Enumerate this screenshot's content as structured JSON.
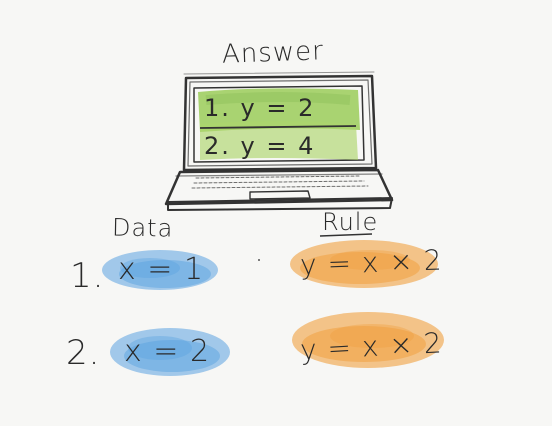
{
  "title": "Answer",
  "screen": {
    "lines": [
      "1. y = 2",
      "2. y = 4"
    ]
  },
  "data": {
    "label": "Data",
    "rows": [
      {
        "number": "1.",
        "value": "x = 1"
      },
      {
        "number": "2.",
        "value": "x = 2"
      }
    ]
  },
  "rule": {
    "label": "Rule",
    "rows": [
      {
        "value": "y = x × 2"
      },
      {
        "value": "y = x × 2"
      }
    ]
  },
  "colors": {
    "background": "#f7f7f5",
    "screen_highlight": "#8cc63f",
    "data_highlight": "#5ba3e0",
    "rule_highlight": "#f0a040",
    "ink": "#2a2a2a"
  }
}
